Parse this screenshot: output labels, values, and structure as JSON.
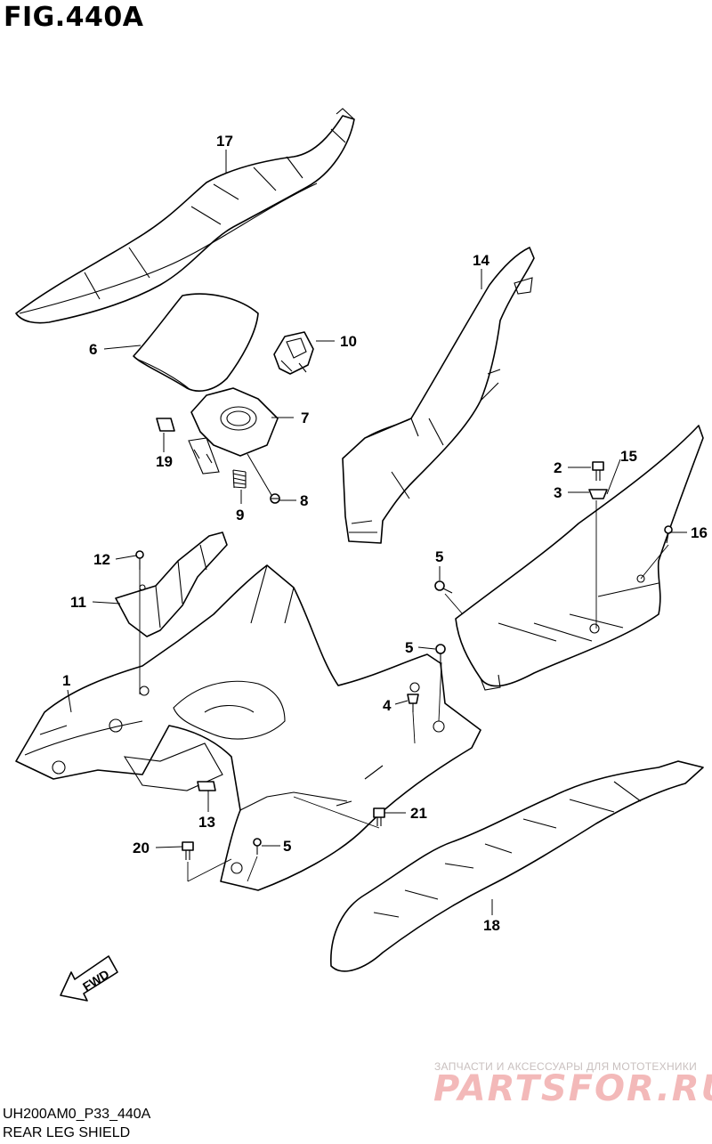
{
  "figure": {
    "title": "FIG.440A",
    "code": "UH200AM0_P33_440A",
    "name": "REAR LEG SHIELD"
  },
  "watermark": {
    "caption": "ЗАПЧАСТИ И АКСЕССУАРЫ ДЛЯ МОТОТЕХНИКИ",
    "logo": "PARTSFOR.RU"
  },
  "direction_arrow": {
    "label": "FWD"
  },
  "callouts": [
    {
      "id": "callout-1",
      "label": "1"
    },
    {
      "id": "callout-2",
      "label": "2"
    },
    {
      "id": "callout-3",
      "label": "3"
    },
    {
      "id": "callout-4",
      "label": "4"
    },
    {
      "id": "callout-5a",
      "label": "5"
    },
    {
      "id": "callout-5b",
      "label": "5"
    },
    {
      "id": "callout-5c",
      "label": "5"
    },
    {
      "id": "callout-6",
      "label": "6"
    },
    {
      "id": "callout-7",
      "label": "7"
    },
    {
      "id": "callout-8",
      "label": "8"
    },
    {
      "id": "callout-9",
      "label": "9"
    },
    {
      "id": "callout-10",
      "label": "10"
    },
    {
      "id": "callout-11",
      "label": "11"
    },
    {
      "id": "callout-12",
      "label": "12"
    },
    {
      "id": "callout-13",
      "label": "13"
    },
    {
      "id": "callout-14",
      "label": "14"
    },
    {
      "id": "callout-15",
      "label": "15"
    },
    {
      "id": "callout-16",
      "label": "16"
    },
    {
      "id": "callout-17",
      "label": "17"
    },
    {
      "id": "callout-18",
      "label": "18"
    },
    {
      "id": "callout-19",
      "label": "19"
    },
    {
      "id": "callout-20",
      "label": "20"
    },
    {
      "id": "callout-21",
      "label": "21"
    }
  ]
}
